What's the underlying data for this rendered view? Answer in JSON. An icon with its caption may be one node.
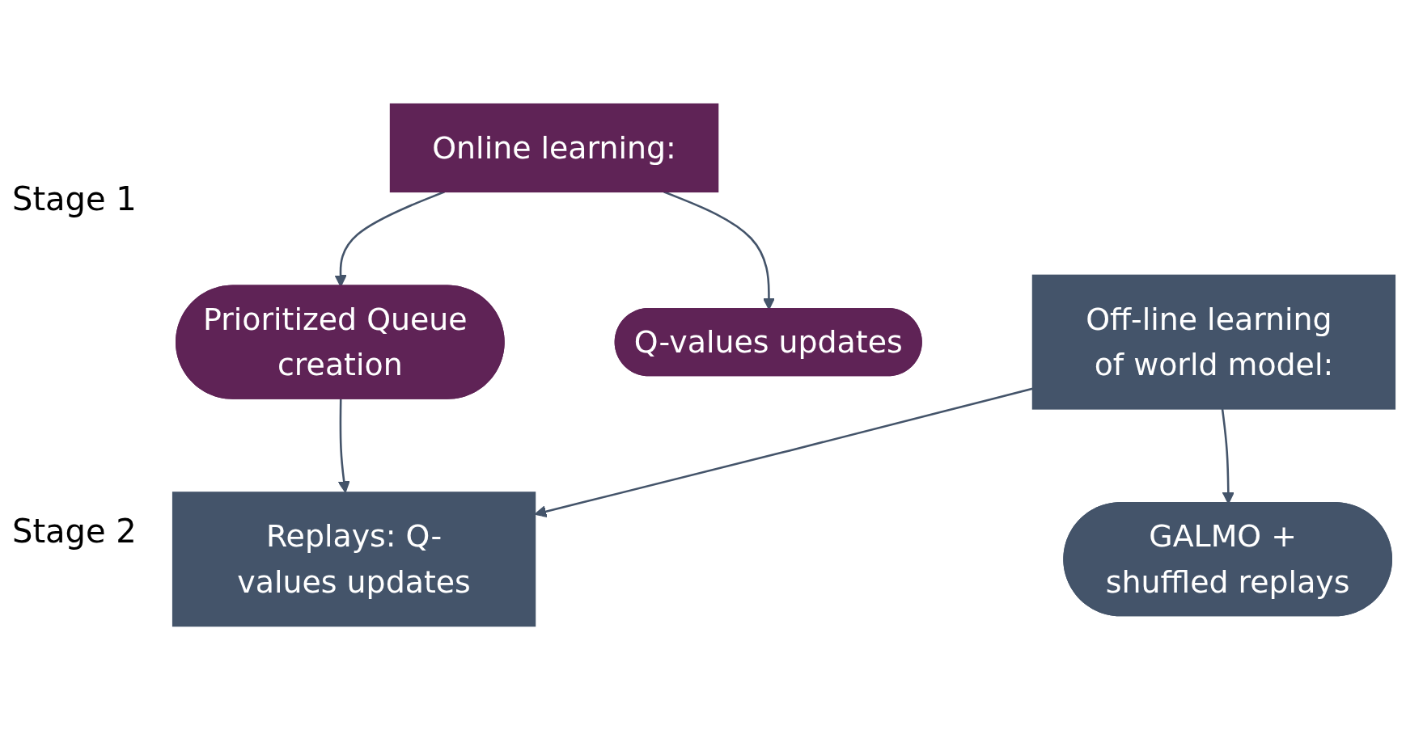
{
  "diagram": {
    "nodes": [
      {
        "text": [
          "Off-line learning of world model:"
        ]
      },
      {
        "text": [
          "GALMO + shuffled replays"
        ]
      },
      {
        "text": [
          "Online learning:"
        ]
      },
      {
        "text": [
          "Q-values updates"
        ]
      },
      {
        "text": [
          "Prioritized Queue creation"
        ]
      },
      {
        "text": [
          "Replays: Q-values updates"
        ]
      }
    ],
    "edges": [
      {
        "from": 0,
        "to": 1,
        "arrow": "to"
      },
      {
        "from": 2,
        "to": 3,
        "arrow": "to"
      },
      {
        "from": 2,
        "to": 4,
        "arrow": "to"
      },
      {
        "from": 4,
        "to": 5,
        "arrow": "to"
      },
      {
        "from": 0,
        "to": 5,
        "arrow": "to"
      }
    ],
    "labels": [
      "Stage 1",
      "Stage 2"
    ]
  }
}
